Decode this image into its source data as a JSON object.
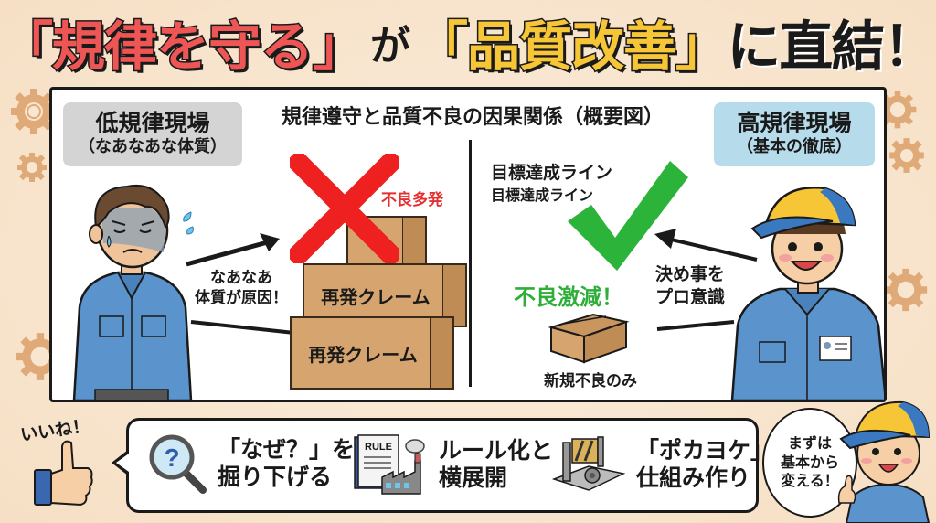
{
  "title": {
    "part1": "「規律を守る」",
    "part2": "が",
    "part3": "「品質改善」",
    "part4": "に直結！"
  },
  "colors": {
    "background": "#f8e6d0",
    "title_red": "#ee5555",
    "title_yellow": "#f6c636",
    "bad_red": "#e53030",
    "good_green": "#2fae3a",
    "low_label_bg": "#d4d4d4",
    "high_label_bg": "#b6dcec",
    "gear": "#dfa978",
    "box": "#d6a46e"
  },
  "panel": {
    "subtitle": "規律遵守と品質不良の因果関係（概要図）",
    "low": {
      "label_main": "低規律現場",
      "label_sub": "（なあなあな体質）",
      "character": "sad-worker",
      "cause_line1": "なあなあ",
      "cause_line2": "体質が原因！",
      "mark": "red-x",
      "mark_label": "不良多発",
      "boxes": [
        "再発クレーム",
        "再発クレーム"
      ]
    },
    "high": {
      "label_main": "高規律現場",
      "label_sub": "（基本の徹底）",
      "character": "happy-worker-cap",
      "goal_line1": "目標達成ライン",
      "goal_line2": "目標達成ライン",
      "mark": "green-check",
      "result": "不良激減！",
      "cause_line1": "決め事を",
      "cause_line2": "プロ意識",
      "box_label": "新規不良のみ"
    }
  },
  "bottom": {
    "thumbs_label": "いいね！",
    "tips": [
      {
        "icon": "magnifier-question-icon",
        "line1": "「なぜ？」を",
        "line2": "掘り下げる"
      },
      {
        "icon": "rulebook-factory-icon",
        "icon_text": "RULE",
        "line1": "ルール化と",
        "line2": "横展開"
      },
      {
        "icon": "poka-yoke-jig-icon",
        "line1": "「ポカヨケ」",
        "line2": "仕組み作り"
      }
    ],
    "speech": {
      "line1": "まずは",
      "line2": "基本から",
      "line3": "変える！"
    }
  }
}
